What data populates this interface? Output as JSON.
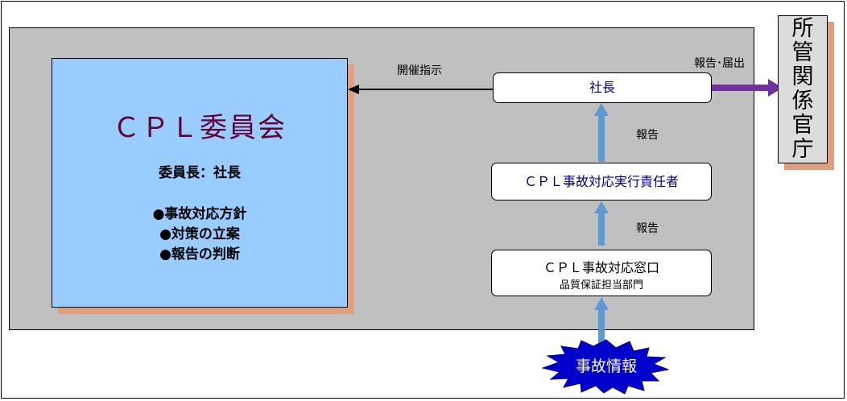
{
  "committee": {
    "title": "ＣＰＬ委員会",
    "chair": "委員長：社長",
    "duties": [
      "●事故対応方針",
      "●対策の立案",
      "●報告の判断"
    ]
  },
  "president": {
    "label": "社長"
  },
  "manager": {
    "label": "ＣＰＬ事故対応実行責任者"
  },
  "window": {
    "label": "ＣＰＬ事故対応窓口",
    "sublabel": "品質保証担当部門"
  },
  "incident": {
    "label": "事故情報"
  },
  "ministry": {
    "chars": [
      "所",
      "管",
      "関",
      "係",
      "官",
      "庁"
    ]
  },
  "arrows": {
    "convene": "開催指示",
    "report_notify": "報告･届出",
    "report_upper": "報告",
    "report_lower": "報告"
  },
  "colors": {
    "committee_fill": "#99ccff",
    "committee_title": "#660033",
    "panel_gray": "#c0c0c0",
    "shadow": "#e0a080",
    "up_arrow": "#5b9bd5",
    "notify_arrow": "#7030a0",
    "incident_fill": "#0000cc"
  }
}
